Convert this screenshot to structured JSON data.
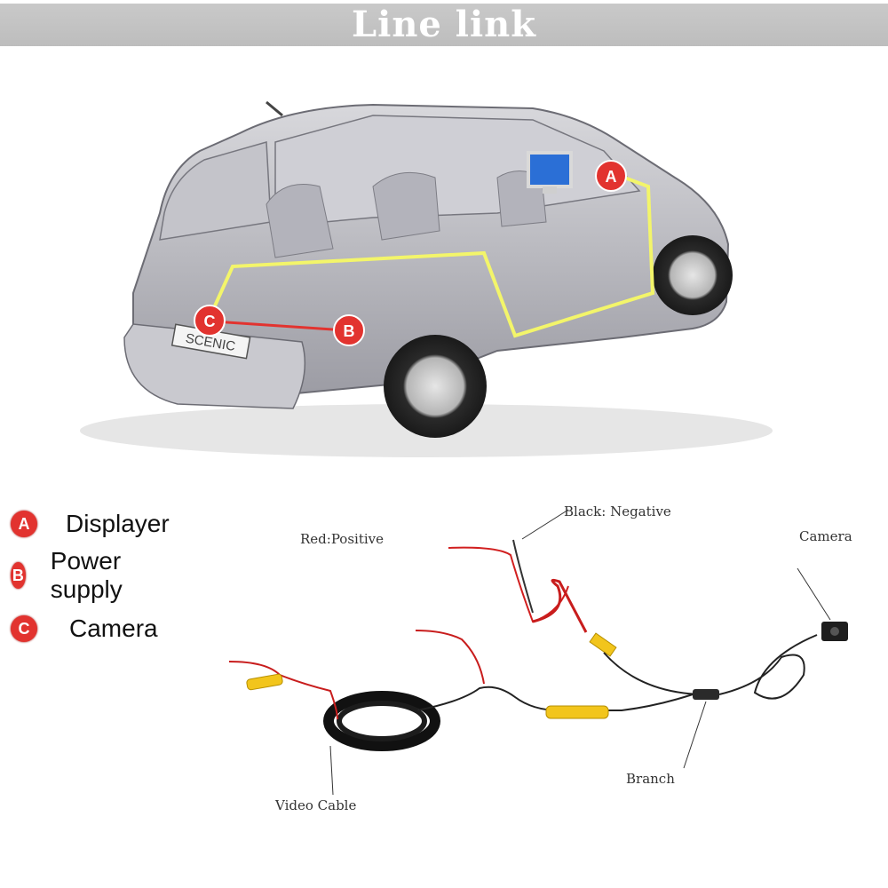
{
  "header": {
    "title": "Line link"
  },
  "car": {
    "plate_text": "SCENIC",
    "markers": [
      {
        "letter": "A"
      },
      {
        "letter": "B"
      },
      {
        "letter": "C"
      }
    ]
  },
  "legend": {
    "items": [
      {
        "letter": "A",
        "label": "Displayer"
      },
      {
        "letter": "B",
        "label": "Power supply"
      },
      {
        "letter": "C",
        "label": "Camera"
      }
    ]
  },
  "wiring": {
    "red_label": "Red:Positive",
    "black_label": "Black: Negative",
    "camera_label": "Camera",
    "branch_label": "Branch",
    "video_cable_label": "Video Cable"
  },
  "colors": {
    "marker_red": "#e2332f",
    "route_yellow": "#f3f56a",
    "wire_red": "#d11f1f",
    "connector_yellow": "#f2c51c"
  }
}
